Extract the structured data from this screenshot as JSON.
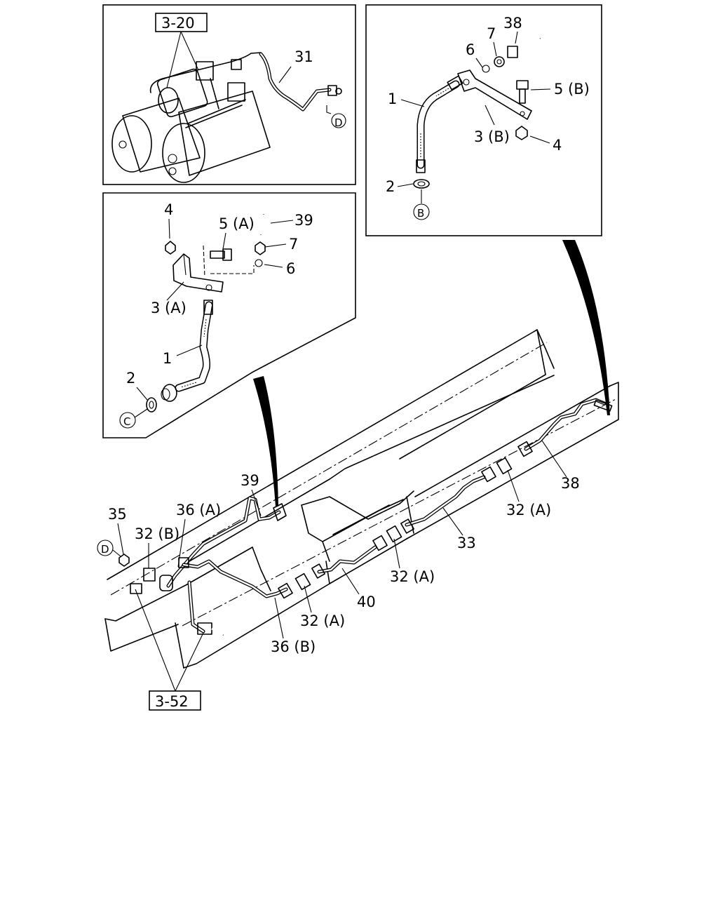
{
  "refs": {
    "ref_3_20": "3-20",
    "ref_3_52": "3-52"
  },
  "panel_tl": {
    "label_31": "31",
    "marker_d": "D"
  },
  "panel_tr": {
    "label_38": "38",
    "label_7": "7",
    "label_6": "6",
    "label_5b": "5 (B)",
    "label_1": "1",
    "label_3b": "3 (B)",
    "label_4": "4",
    "label_2": "2",
    "marker_b": "B"
  },
  "panel_ml": {
    "label_4": "4",
    "label_5a": "5 (A)",
    "label_39": "39",
    "label_7": "7",
    "label_6": "6",
    "label_3a": "3 (A)",
    "label_1": "1",
    "label_2": "2",
    "marker_c": "C"
  },
  "main": {
    "label_39": "39",
    "label_35": "35",
    "label_36a": "36 (A)",
    "label_32b": "32 (B)",
    "marker_d": "D",
    "label_38": "38",
    "label_32a_1": "32 (A)",
    "label_33": "33",
    "label_32a_2": "32 (A)",
    "label_40": "40",
    "label_32a_3": "32 (A)",
    "label_36b": "36 (B)"
  }
}
